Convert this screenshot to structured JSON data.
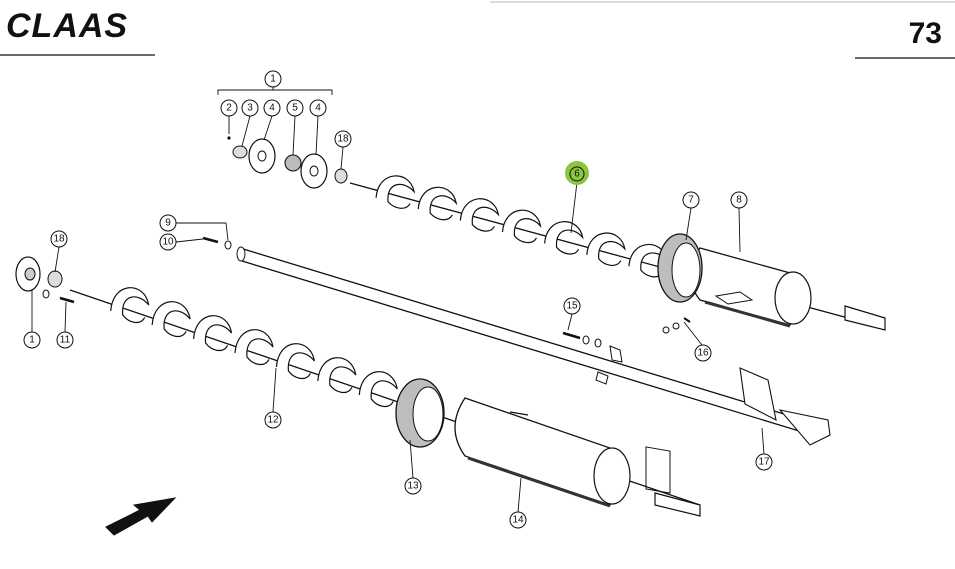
{
  "header": {
    "brand": "CLAAS",
    "page_number": "73"
  },
  "highlight_color": "#8cc63f",
  "callouts": [
    {
      "id": "c1-top",
      "label": "1"
    },
    {
      "id": "c2",
      "label": "2"
    },
    {
      "id": "c3",
      "label": "3"
    },
    {
      "id": "c4a",
      "label": "4"
    },
    {
      "id": "c5",
      "label": "5"
    },
    {
      "id": "c4b",
      "label": "4"
    },
    {
      "id": "c18-top",
      "label": "18"
    },
    {
      "id": "c6",
      "label": "6",
      "highlighted": true
    },
    {
      "id": "c7",
      "label": "7"
    },
    {
      "id": "c8",
      "label": "8"
    },
    {
      "id": "c9",
      "label": "9"
    },
    {
      "id": "c10",
      "label": "10"
    },
    {
      "id": "c18-left",
      "label": "18"
    },
    {
      "id": "c1-left",
      "label": "1"
    },
    {
      "id": "c11",
      "label": "11"
    },
    {
      "id": "c15",
      "label": "15"
    },
    {
      "id": "c16",
      "label": "16"
    },
    {
      "id": "c12",
      "label": "12"
    },
    {
      "id": "c17",
      "label": "17"
    },
    {
      "id": "c13",
      "label": "13"
    },
    {
      "id": "c14",
      "label": "14"
    }
  ]
}
